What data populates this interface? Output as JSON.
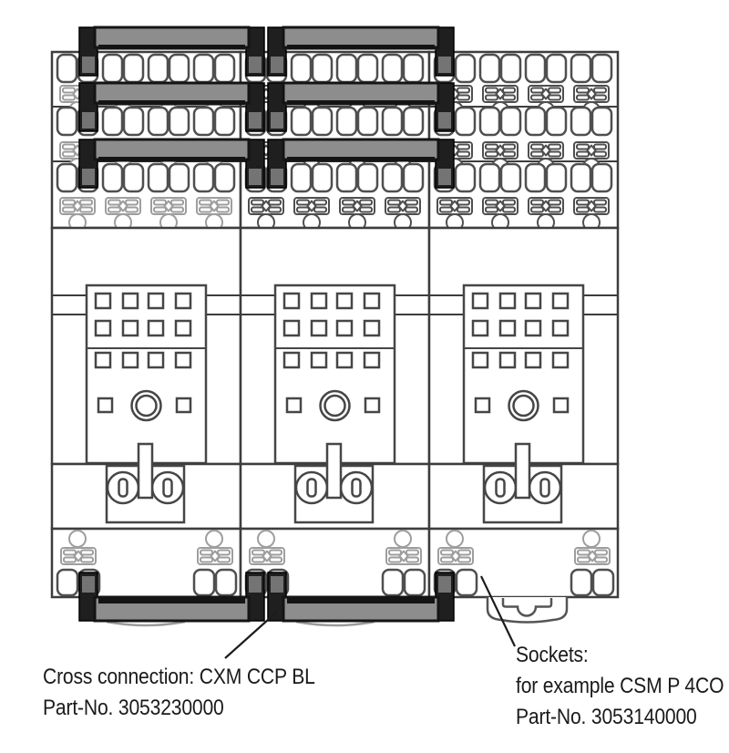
{
  "diagram": {
    "type": "technical-illustration",
    "subject": "Three relay sockets linked by cross-connection bars (three rows on top, one row on bottom)",
    "callouts": {
      "cross_connection": {
        "line1": "Cross connection: CXM CCP BL",
        "line2": "Part-No. 3053230000"
      },
      "sockets": {
        "line1": "Sockets:",
        "line2": "for example CSM P 4CO",
        "line3": "Part-No. 3053140000"
      }
    },
    "components": {
      "socket_count": 3,
      "top_cross_connection_rows": 3,
      "bottom_cross_connection_rows": 1,
      "terminal_pairs_per_row": 4
    },
    "colors": {
      "background": "#ffffff",
      "outline": "#3d3d3d",
      "detail_outline": "#464646",
      "terminal_outline": "#4f4f4f",
      "light_detail": "#9e9e9e",
      "cross_bar_fill": "#8d8d8d",
      "cross_bar_edge": "#141414",
      "plug_dark": "#1f1f1f",
      "plug_inner": "#747474",
      "text": "#1a1a1a"
    }
  }
}
